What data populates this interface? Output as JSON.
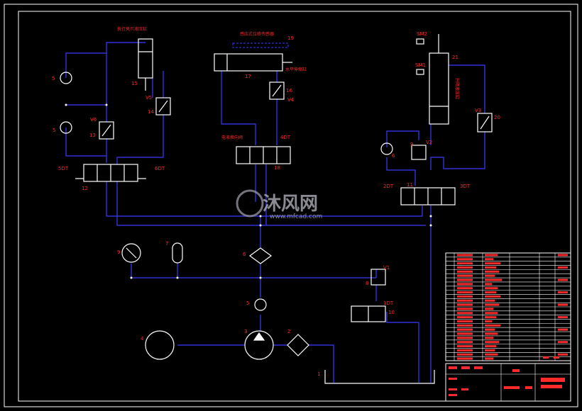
{
  "labels": {
    "pump_5_top": "5",
    "pump_5_mid": "5",
    "pump_6": "6",
    "accum_7": "7",
    "gauge_9": "9",
    "pump_3": "3",
    "motor_4": "4",
    "tank_1": "1",
    "filter_2": "2",
    "filter_6": "6",
    "check_5": "5",
    "v1": "V1",
    "v1_sub": "8",
    "v2": "V2",
    "v2_sub": "9",
    "v4": "V4",
    "v5": "V5",
    "v6": "V6",
    "v3": "V3",
    "n10": "10",
    "n11": "11",
    "n12": "12",
    "n13": "13",
    "n14": "14",
    "n15": "15",
    "n16": "16",
    "n17": "17",
    "n18": "18",
    "n19": "19",
    "n20": "20",
    "n21": "21",
    "sol_5dt": "5DT",
    "sol_6dt": "6DT",
    "sol_4dt": "4DT",
    "sol_2dt": "2DT",
    "sol_3dt": "3DT",
    "sol_1dt": "1DT",
    "sm2": "SM2",
    "sm1": "SM1",
    "cn_cylinder_15": "执行夹爪液压缸",
    "cn_cylinder_17": "水平伸缩缸",
    "cn_sensor_19": "感应式位移传感器",
    "cn_valve_18": "电液换向阀",
    "cn_vertical_21": "升降液压缸"
  },
  "watermark": {
    "brand_cn": "沐风网",
    "url": "www.mfcad.com"
  },
  "title_block": {
    "rows": 26
  },
  "colors": {
    "line": "#3a3aff",
    "symbol": "#ffffff",
    "label": "#ff2a2a",
    "border": "#ffffff"
  }
}
